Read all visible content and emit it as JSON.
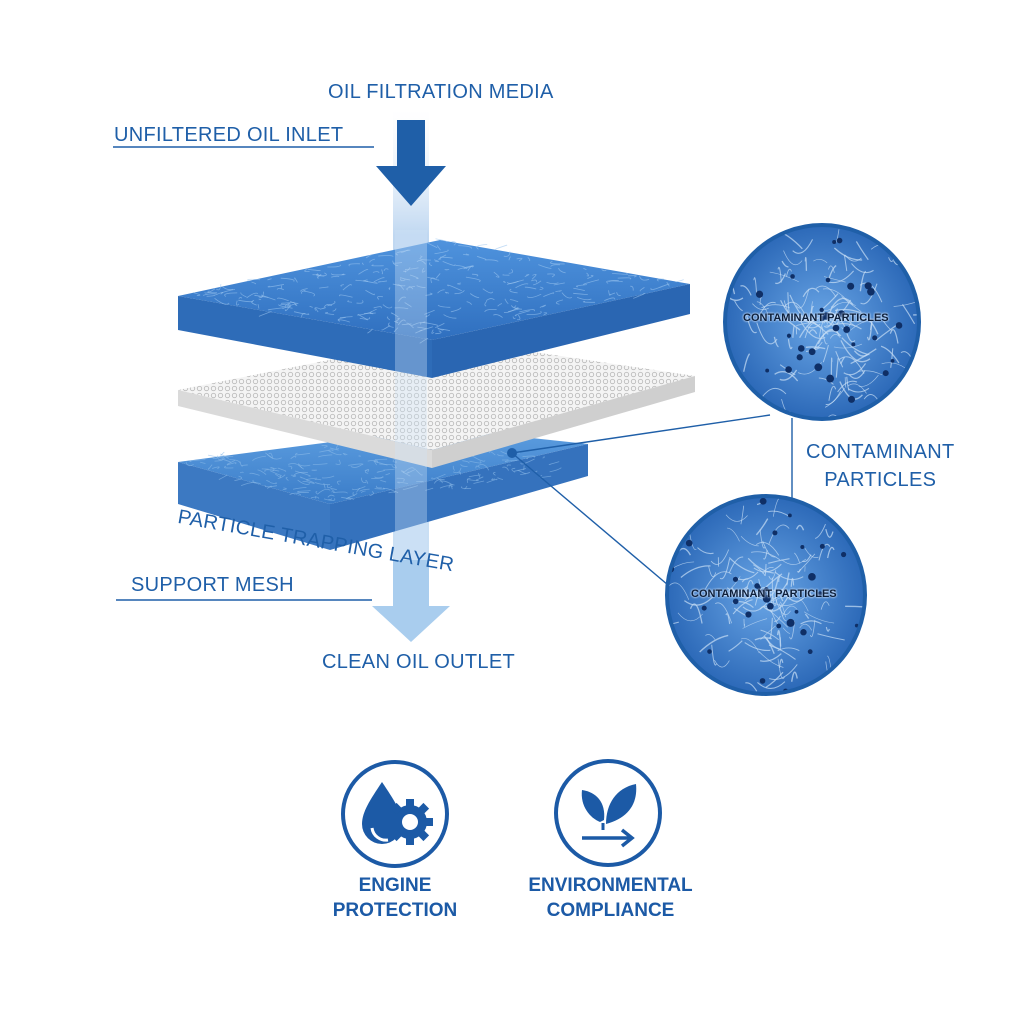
{
  "diagram": {
    "title": "OIL FILTRATION MEDIA",
    "labels": {
      "inlet": "UNFILTERED OIL INLET",
      "trapping": "PARTICLE TRAPPING LAYER",
      "support": "SUPPORT MESH",
      "outlet": "CLEAN OIL OUTLET",
      "contaminants": "CONTAMINANT\nPARTICLES"
    },
    "zoom_top_label": "CONTAMINANT PARTICLES",
    "zoom_bottom_label": "CONTAMINANT PARTICLES"
  },
  "badges": [
    {
      "title": "ENGINE\nPROTECTION",
      "icon": "oil-drop-gear-icon"
    },
    {
      "title": "ENVIRONMENTAL\nCOMPLIANCE",
      "icon": "leaves-arrow-icon"
    }
  ],
  "colors": {
    "accent": "#1f5fa8",
    "fiber": "#3b7fd0",
    "fiber_dark": "#2a63ad",
    "mesh": "#dcdcdc",
    "particle": "#0f2f66"
  }
}
